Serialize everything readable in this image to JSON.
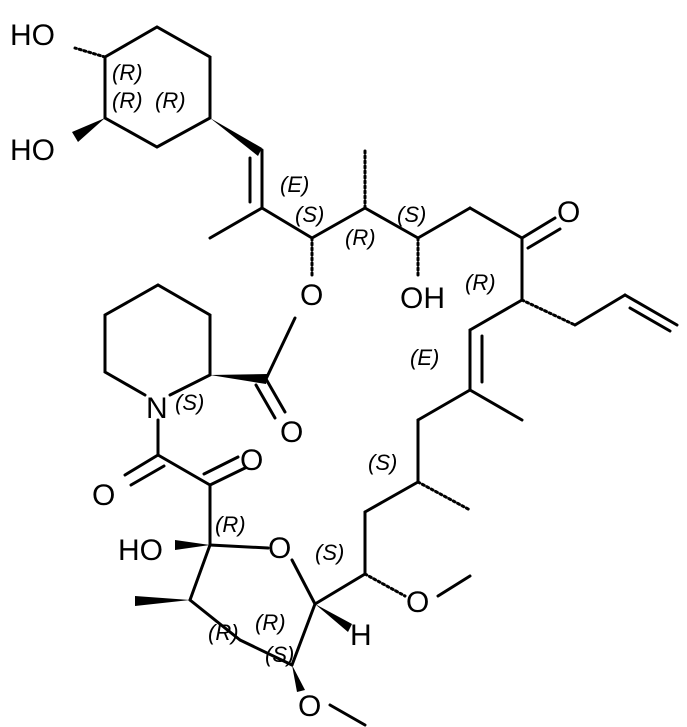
{
  "molecule": {
    "atoms": {
      "ho1": "HO",
      "ho2": "HO",
      "o_ring_ester": "O",
      "oh_mid": "OH",
      "o_ketone": "O",
      "n": "N",
      "o_ester_carbonyl": "O",
      "o_amide": "O",
      "o_diketo": "O",
      "ho3": "HO",
      "o_pyran": "O",
      "h": "H",
      "o_ome1": "O",
      "o_ome2": "O"
    },
    "stereo": [
      "(R)",
      "(R)",
      "(R)",
      "(E)",
      "(S)",
      "(R)",
      "(S)",
      "(R)",
      "(E)",
      "(S)",
      "(S)",
      "(R)",
      "(S)",
      "(R)",
      "(R)",
      "(S)"
    ],
    "colors": {
      "bond": "#000000",
      "background": "#ffffff"
    }
  }
}
